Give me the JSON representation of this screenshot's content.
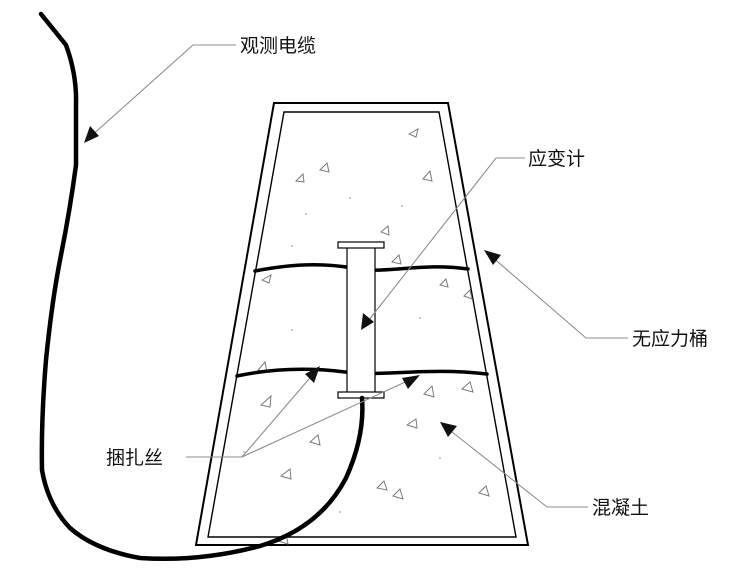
{
  "labels": {
    "cable": "观测电缆",
    "strain_gauge": "应变计",
    "stress_free_bucket": "无应力桶",
    "binding_wire": "捆扎丝",
    "concrete": "混凝土"
  },
  "colors": {
    "line": "#000000",
    "leader": "#8c8c8c",
    "aggregate": "#7a7a7a",
    "background": "#ffffff"
  }
}
